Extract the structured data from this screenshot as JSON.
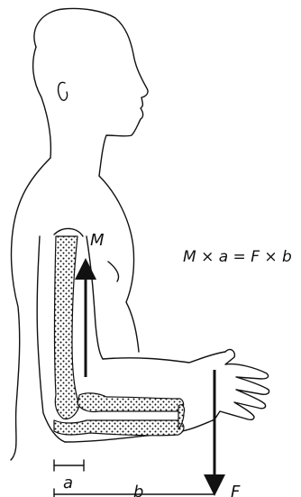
{
  "labels": {
    "muscle_force": "M",
    "equation": "M × a = F × b",
    "distance_a": "a",
    "distance_b": "b",
    "load_force": "F"
  }
}
